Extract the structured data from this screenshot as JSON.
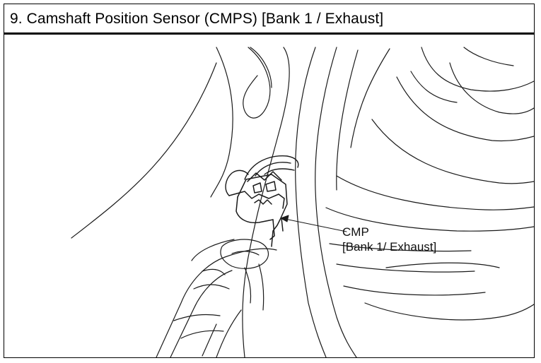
{
  "header": {
    "title": "9. Camshaft Position Sensor (CMPS) [Bank 1 / Exhaust]"
  },
  "diagram": {
    "callout": {
      "line1": "CMP",
      "line2": "[Bank 1/ Exhaust]"
    },
    "line_color": "#1a1a1a"
  }
}
